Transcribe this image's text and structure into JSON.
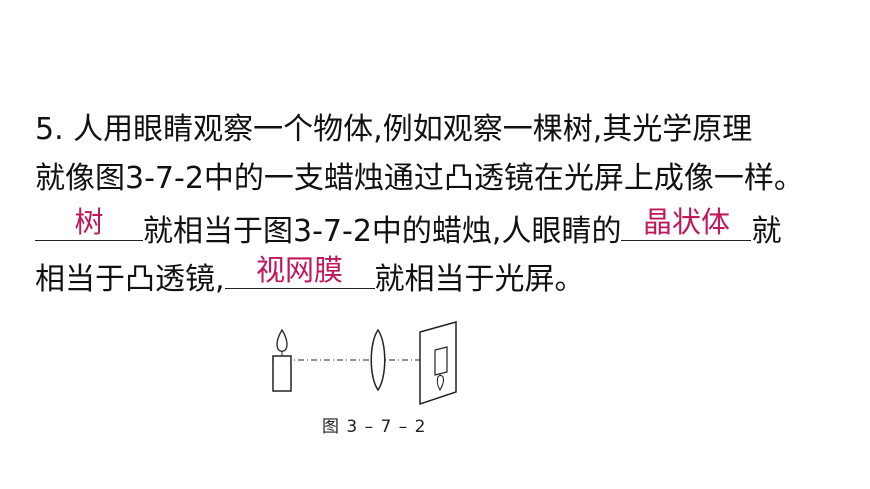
{
  "question": {
    "line1": "5.  人用眼睛观察一个物体,例如观察一棵树,其光学原理",
    "line2": "就像图3-7-2中的一支蜡烛通过凸透镜在光屏上成像一样。",
    "line3_mid": "就相当于图3-7-2中的蜡烛,人眼睛的",
    "line3_end": "就",
    "line4_start": "相当于凸透镜,",
    "line4_end": "就相当于光屏。"
  },
  "answers": {
    "blank1": "树",
    "blank2": "晶状体",
    "blank3": "视网膜"
  },
  "figure": {
    "caption": "图 3 – 7 – 2"
  },
  "colors": {
    "text": "#111111",
    "answer": "#c0185b"
  }
}
